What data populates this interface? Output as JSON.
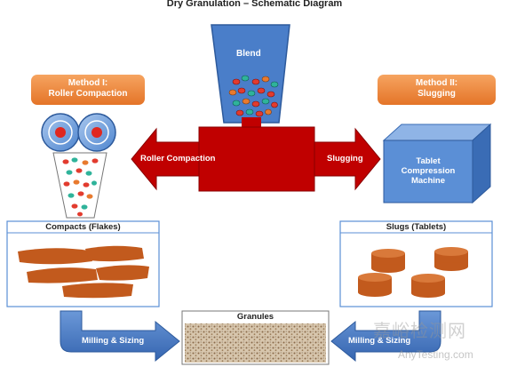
{
  "diagram": {
    "title": "Dry Granulation – Schematic Diagram",
    "hopper_label": "Blend",
    "method1": {
      "line1": "Method I:",
      "line2": "Roller Compaction"
    },
    "method2": {
      "line1": "Method II:",
      "line2": "Slugging"
    },
    "arrow_left_label": "Roller Compaction",
    "arrow_right_label": "Slugging",
    "machine": {
      "line1": "Tablet",
      "line2": "Compression",
      "line3": "Machine"
    },
    "compacts_label": "Compacts (Flakes)",
    "slugs_label": "Slugs (Tablets)",
    "granules_label": "Granules",
    "milling_left": "Milling & Sizing",
    "milling_right": "Milling & Sizing",
    "watermark_cn": "嘉峪检测网",
    "watermark_en": "AnyTesting.com"
  },
  "colors": {
    "orange": "#f08a3c",
    "red": "#c00000",
    "blue": "#4a7ec9",
    "flake": "#c25a1d"
  }
}
